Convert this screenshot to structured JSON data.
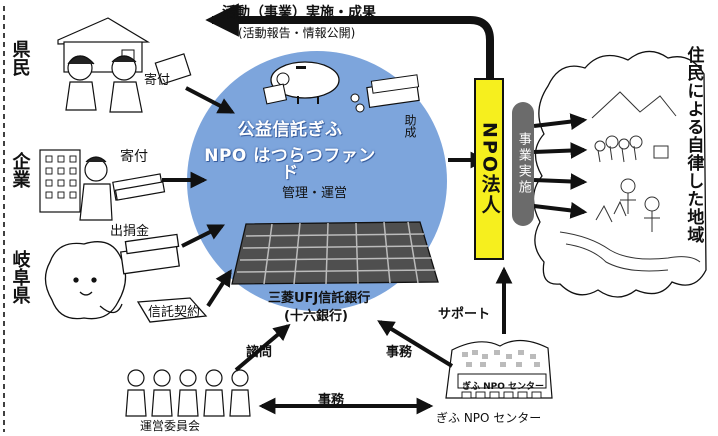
{
  "top_flow": {
    "title": "活動（事業）実施・成果",
    "subtitle": "(活動報告・情報公開)"
  },
  "fund": {
    "line1": "公益信託ぎふ",
    "line2": "NPO はつらつファンド",
    "management": "管理・運営",
    "grant": "助成",
    "bank_line1": "三菱UFJ信託銀行",
    "bank_line2": "(十六銀行)"
  },
  "donors": {
    "prefecture_residents": "県民",
    "donation_residents": "寄付",
    "company": "企業",
    "donation_company": "寄付",
    "gifu_prefecture": "岐阜県",
    "contribution": "出捐金",
    "trust_contract": "信託契約"
  },
  "npo": {
    "label": "NPO法人",
    "business": "事業実施"
  },
  "region": {
    "label": "住民による自律した地域"
  },
  "support": "サポート",
  "consult": "諮問",
  "office_work_1": "事務",
  "office_work_2": "事務",
  "committee": "運営委員会",
  "center": {
    "sign": "ぎふ NPO センター",
    "label": "ぎふ NPO センター"
  },
  "colors": {
    "circle": "#7da5dc",
    "npo_box": "#f6ef1e",
    "business_box": "#6b6b6b"
  }
}
